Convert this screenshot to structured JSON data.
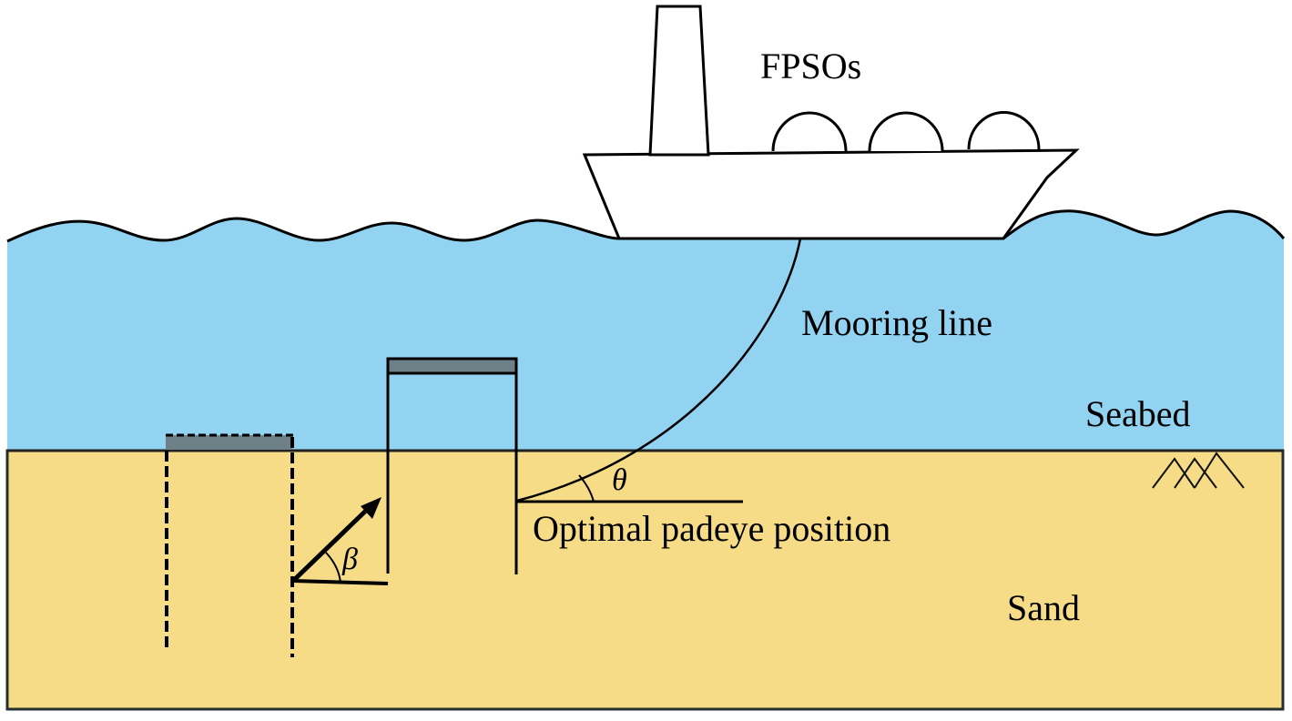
{
  "title": "FPSO mooring with suction caisson and optimal padeye position",
  "labels": {
    "fpso": "FPSOs",
    "mooring_line": "Mooring line",
    "seabed": "Seabed",
    "sand": "Sand",
    "padeye": "Optimal padeye position",
    "theta": "θ",
    "beta": "β"
  },
  "colors": {
    "water": "#92d3f2",
    "sand": "#f6dc87",
    "caisson_lid": "#6d8088",
    "outline": "#000000",
    "ship": "#ffffff"
  }
}
